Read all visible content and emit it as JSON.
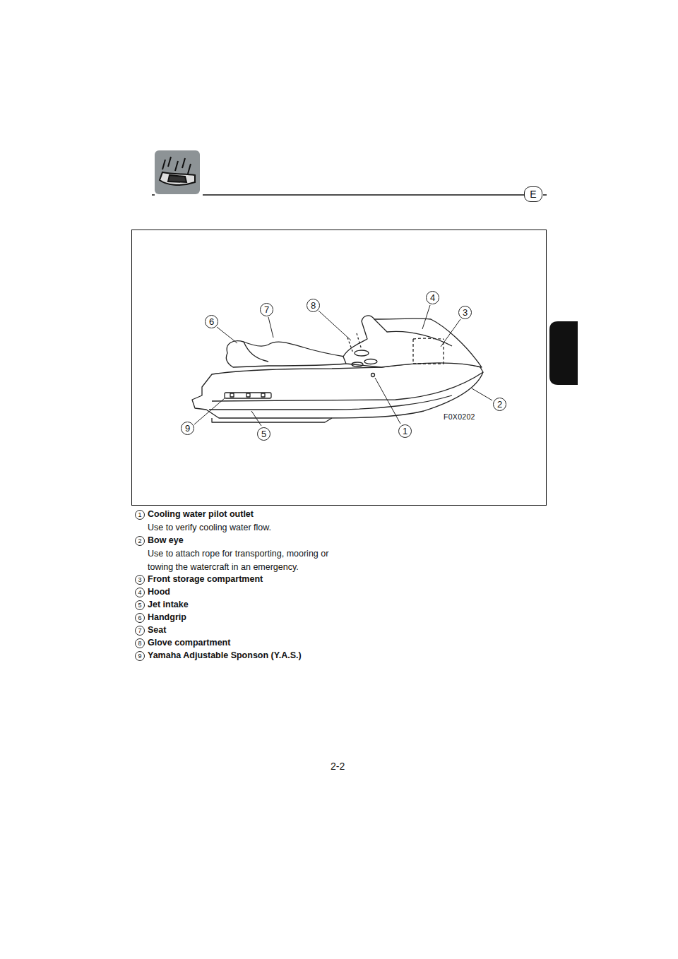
{
  "diagram": {
    "labels": [
      "E",
      "6",
      "7",
      "8",
      "4",
      "3",
      "2",
      "9",
      "5",
      "1",
      "F0X0202",
      "1",
      "Cooling water pilot outlet",
      "Use to verify cooling water flow.",
      "2",
      "Bow eye",
      "Use to attach rope for transporting, mooring or towing the watercraft in an emergency.",
      "3",
      "Front storage compartment",
      "4",
      "Hood",
      "5",
      "Jet intake",
      "6",
      "Handgrip",
      "7",
      "Seat",
      "8",
      "Glove compartment",
      "9",
      "Yamaha Adjustable Sponson (Y.A.S.)",
      "2-2"
    ]
  }
}
